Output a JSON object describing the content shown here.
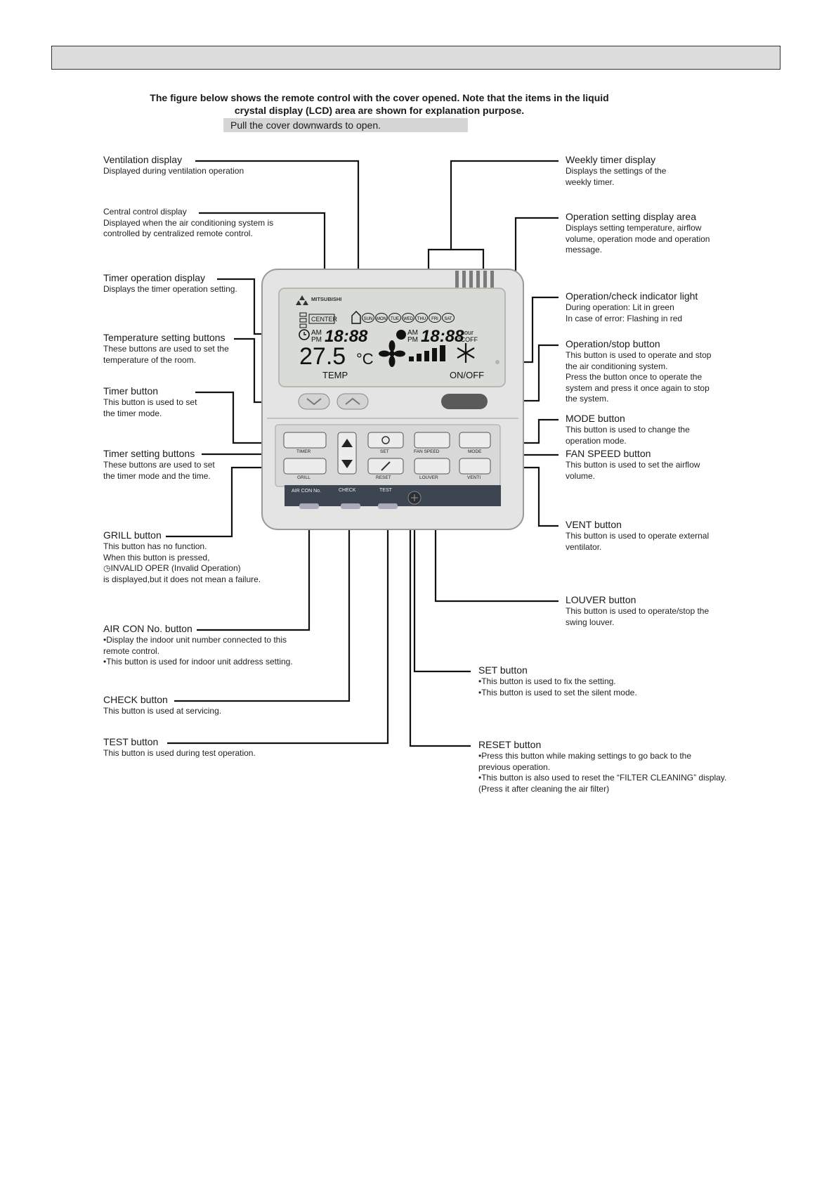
{
  "intro": {
    "line1": "The figure below shows the remote control with the cover opened. Note that the items in the liquid",
    "line2": "crystal display (LCD) area are shown for explanation purpose.",
    "note": "Pull the cover downwards to open."
  },
  "callouts": {
    "ventilation": {
      "title": "Ventilation display",
      "desc": "Displayed during ventilation operation"
    },
    "central": {
      "title": "Central control display",
      "desc": "Displayed when the air conditioning system is\ncontrolled by centralized remote control."
    },
    "timer_op": {
      "title": "Timer operation display",
      "desc": "Displays the timer operation setting."
    },
    "temp_buttons": {
      "title": "Temperature setting buttons",
      "desc": "These buttons are used to set the\ntemperature of the room."
    },
    "timer_button": {
      "title": "Timer button",
      "desc": "This button is used to set\nthe timer mode."
    },
    "timer_setting": {
      "title": "Timer setting buttons",
      "desc": "These buttons are used to set\nthe timer mode and the time."
    },
    "grill": {
      "title": "GRILL button",
      "desc": "This button has no function.\nWhen this button is pressed,\n◷INVALID OPER (Invalid Operation)\nis displayed,but it does not mean a failure."
    },
    "aircon": {
      "title": "AIR CON No. button",
      "desc": "•Display the indoor unit number connected to this\n  remote control.\n•This button is used for indoor unit address setting."
    },
    "check": {
      "title": "CHECK button",
      "desc": "This button is used at servicing."
    },
    "test": {
      "title": "TEST button",
      "desc": "This button is used during test operation."
    },
    "weekly": {
      "title": "Weekly timer display",
      "desc": "Displays the settings of the\nweekly timer."
    },
    "op_setting": {
      "title": "Operation setting display area",
      "desc": "Displays setting temperature, airflow\nvolume, operation mode and operation\nmessage."
    },
    "indicator": {
      "title": "Operation/check indicator light",
      "desc": "During operation: Lit in green\nIn case of error: Flashing in red"
    },
    "onoff": {
      "title": "Operation/stop button",
      "desc": "This button is used to operate and stop\nthe air conditioning system.\nPress the button once to operate the\nsystem and press it once again to stop\nthe system."
    },
    "mode": {
      "title": "MODE button",
      "desc": "This button is used to change the\noperation mode."
    },
    "fanspeed": {
      "title": "FAN SPEED button",
      "desc": "This button is used to set the airflow\nvolume."
    },
    "vent": {
      "title": "VENT button",
      "desc": "This button is used to operate external\nventilator."
    },
    "louver": {
      "title": "LOUVER button",
      "desc": "This button is used to operate/stop the\nswing louver."
    },
    "set": {
      "title": "SET button",
      "desc": "•This button is used to fix the setting.\n•This button is used to set the silent mode."
    },
    "reset": {
      "title": "RESET button",
      "desc": "•Press this button while making settings to go back to the\nprevious operation.\n•This button is also used to reset the “FILTER CLEANING” display.\n(Press it after cleaning the air filter)"
    }
  },
  "remote": {
    "brand": "MITSUBISHI",
    "center": "CENTER",
    "days": [
      "SUN",
      "MON",
      "TUE",
      "WED",
      "THU",
      "FRI",
      "SAT"
    ],
    "am": "AM",
    "pm": "PM",
    "time1": "18:88",
    "time2": "18:88",
    "hour": "hour",
    "off": "°COFF",
    "temp_value": "27.5",
    "temp_unit": "°C",
    "temp_label": "TEMP",
    "onoff_label": "ON/OFF",
    "buttons": {
      "timer": "TIMER",
      "grill": "GRILL",
      "set": "SET",
      "reset": "RESET",
      "fan_speed": "FAN SPEED",
      "louver": "LOUVER",
      "mode": "MODE",
      "venti": "VENTI",
      "aircon_no": "AIR CON No.",
      "check": "CHECK",
      "test": "TEST"
    },
    "colors": {
      "body": "#e4e4e4",
      "lcd": "#d8dbd6",
      "bottom_strip": "#3d4550",
      "onoff_button": "#5a5a5a"
    }
  }
}
